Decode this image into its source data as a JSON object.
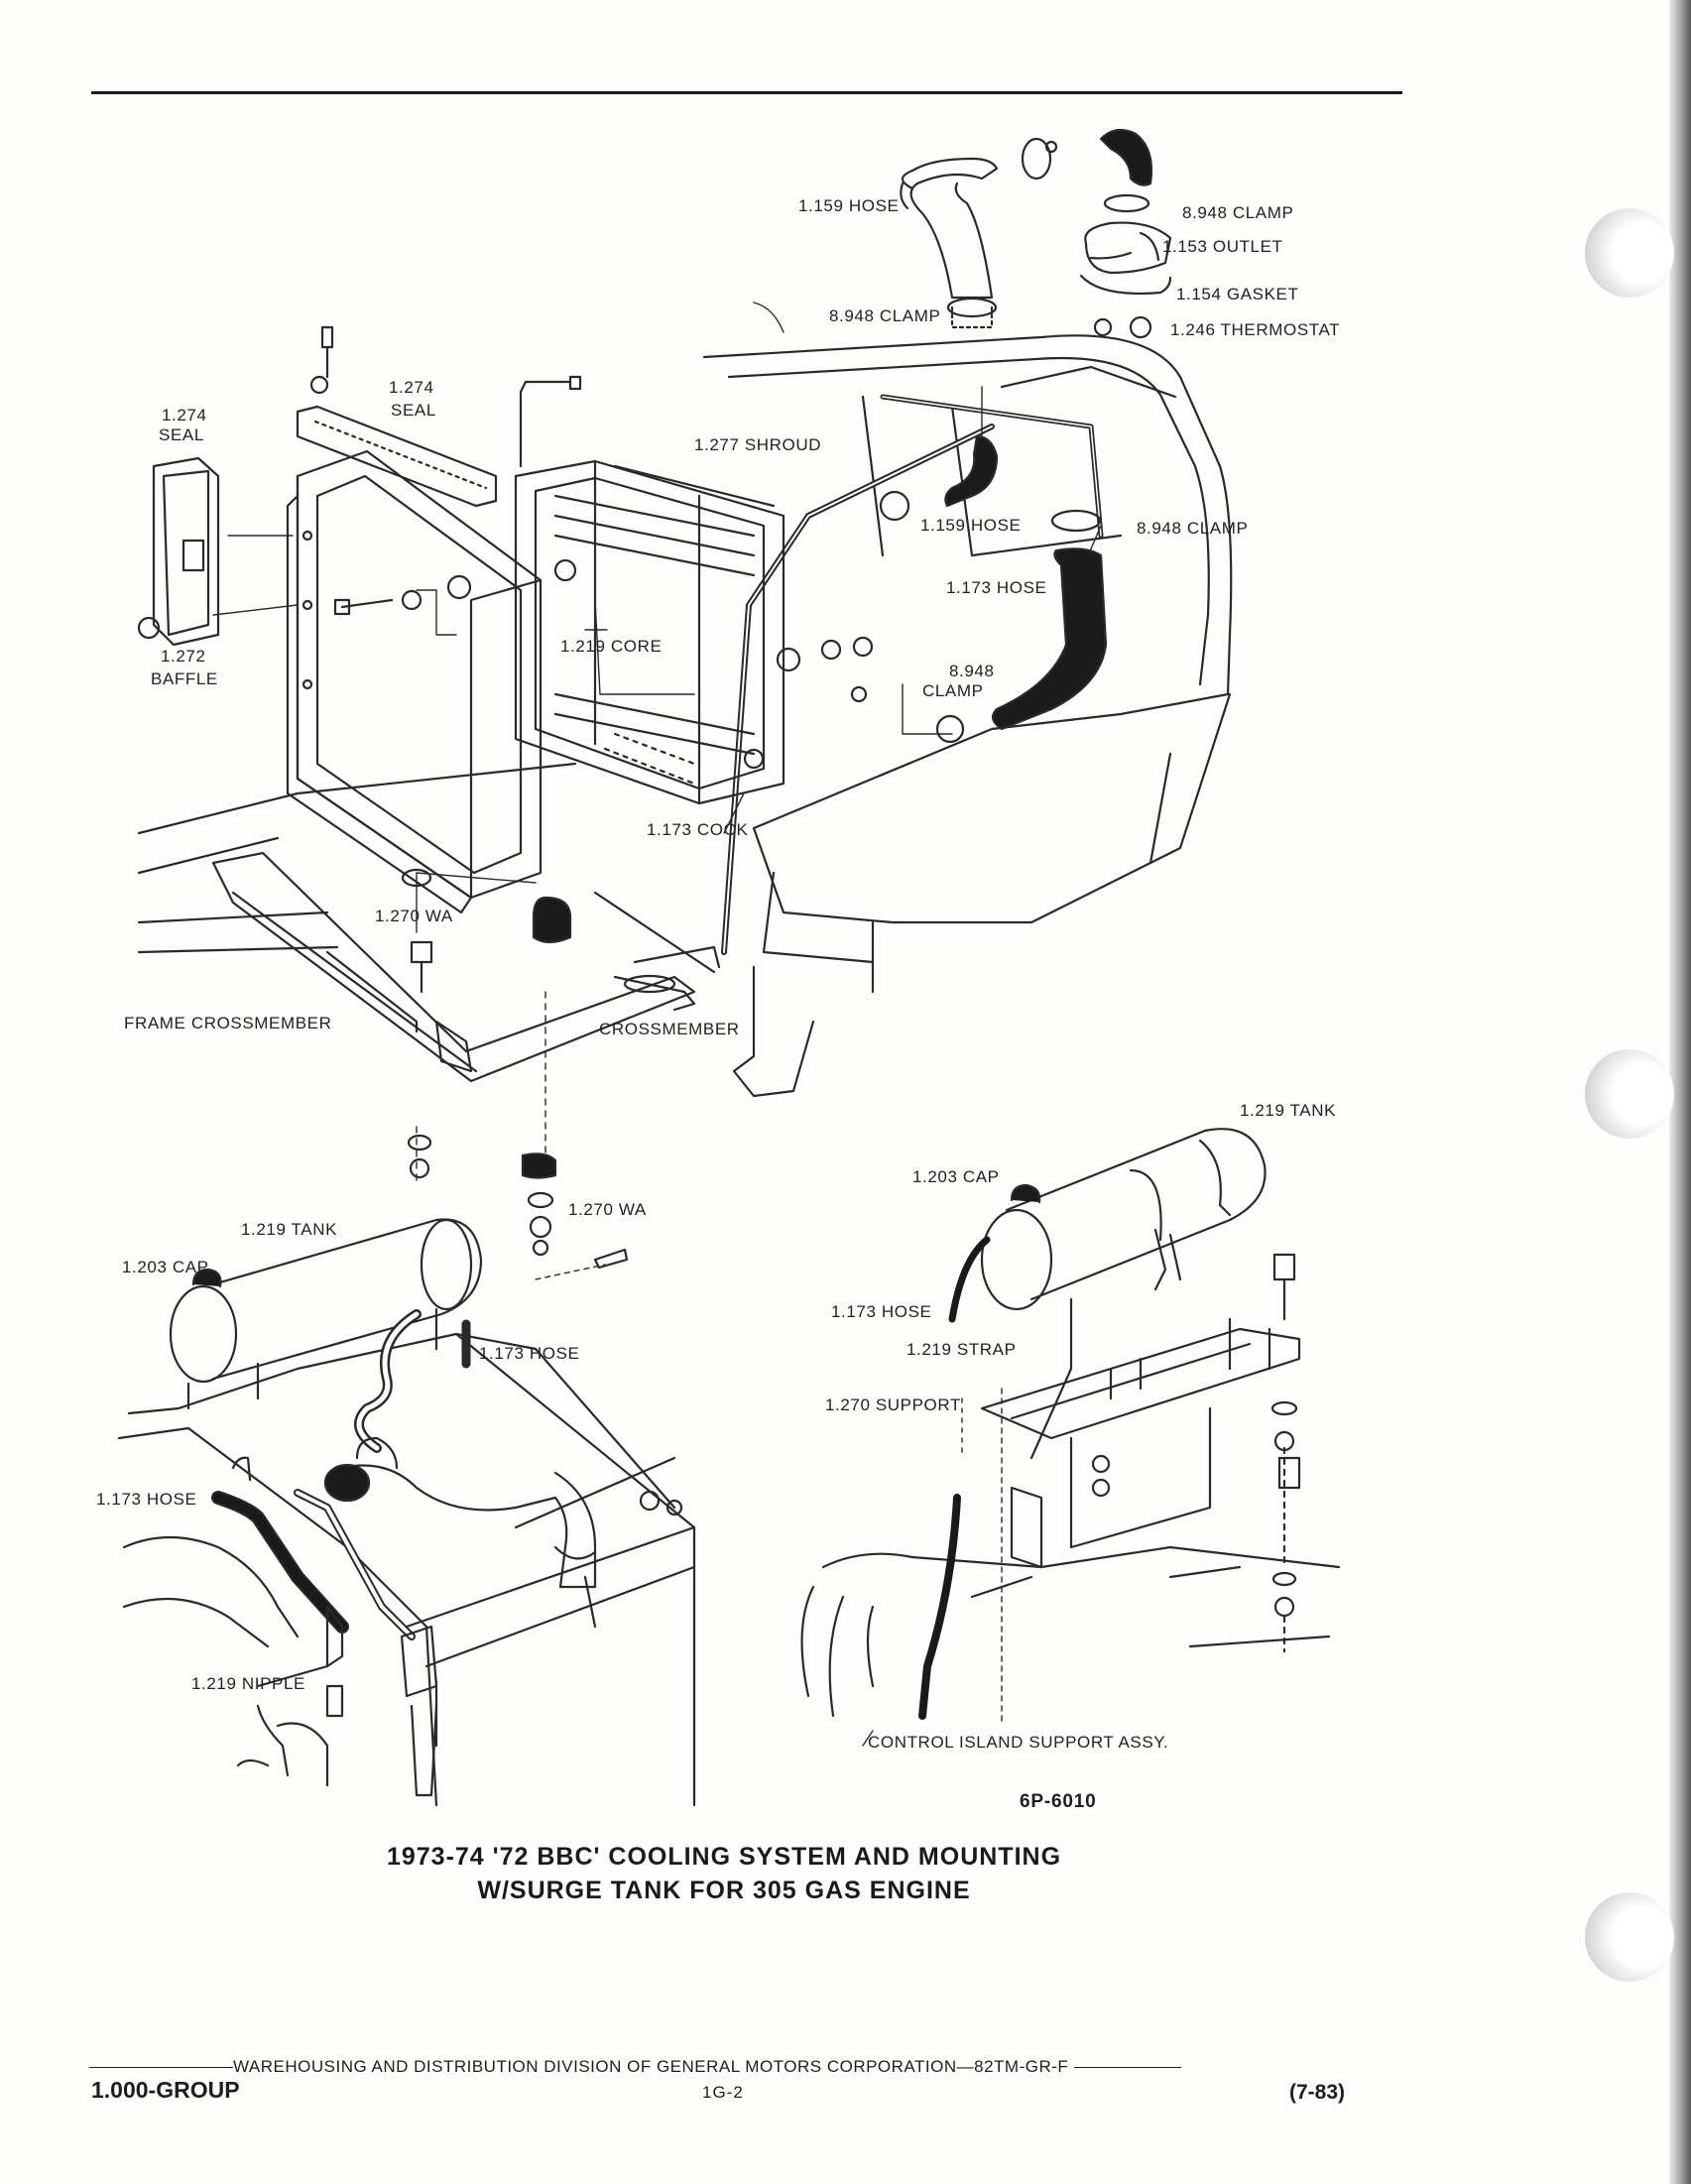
{
  "callouts": {
    "hose_1159_top": "1.159 HOSE",
    "clamp_8948_a": "8.948 CLAMP",
    "outlet_1153": "1.153 OUTLET",
    "gasket_1154": "1.154 GASKET",
    "clamp_8948_b": "8.948 CLAMP",
    "thermostat_1246": "1.246 THERMOSTAT",
    "seal_1274_a_num": "1.274",
    "seal_1274_a_txt": "SEAL",
    "seal_1274_b_num": "1.274",
    "seal_1274_b_txt": "SEAL",
    "shroud_1277": "1.277 SHROUD",
    "hose_1159_mid": "1.159 HOSE",
    "clamp_8948_c": "8.948 CLAMP",
    "hose_1173_mid": "1.173 HOSE",
    "core_1219": "1.219 CORE",
    "baffle_num": "1.272",
    "baffle_txt": "BAFFLE",
    "clamp_8948_d_num": "8.948",
    "clamp_8948_d_txt": "CLAMP",
    "cock_1173": "1.173 COCK",
    "wa_1270_a": "1.270 WA",
    "frame_crossmember": "FRAME CROSSMEMBER",
    "crossmember": "CROSSMEMBER",
    "tank_1219_right": "1.219 TANK",
    "cap_1203_right": "1.203 CAP",
    "wa_1270_b": "1.270 WA",
    "tank_1219_left": "1.219 TANK",
    "cap_1203_left": "1.203 CAP",
    "hose_1173_left_a": "1.173 HOSE",
    "hose_1173_right": "1.173 HOSE",
    "strap_1219": "1.219 STRAP",
    "support_1270": "1.270 SUPPORT",
    "hose_1173_left_b": "1.173 HOSE",
    "nipple_1219": "1.219 NIPPLE",
    "control_island": "CONTROL ISLAND SUPPORT ASSY."
  },
  "figure_number": "6P-6010",
  "caption": {
    "line1": "1973-74 '72 BBC' COOLING SYSTEM AND MOUNTING",
    "line2": "W/SURGE TANK FOR 305 GAS ENGINE"
  },
  "footer": {
    "division": "WAREHOUSING AND DISTRIBUTION  DIVISION OF GENERAL MOTORS CORPORATION—82TM-GR-F",
    "group": "1.000-GROUP",
    "page": "1G-2",
    "date": "(7-83)"
  }
}
